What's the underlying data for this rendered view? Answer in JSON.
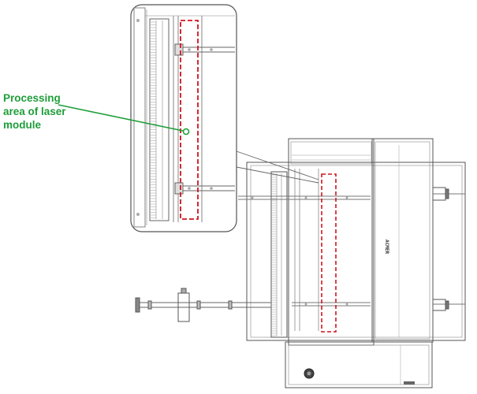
{
  "callout": {
    "lines": [
      "Processing",
      "area of laser",
      "module"
    ],
    "color": "#1e9e3a"
  },
  "machine": {
    "brand_mark": "ACMER",
    "line_color": "#555555",
    "highlight_color": "#d0141e"
  }
}
